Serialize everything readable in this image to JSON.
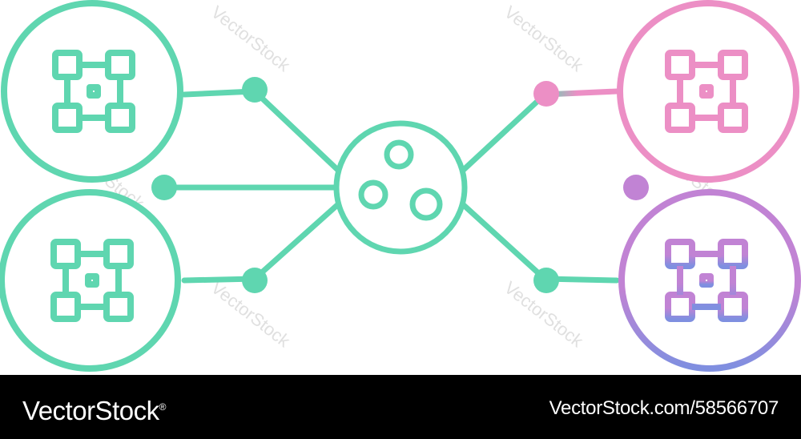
{
  "footer": {
    "brand": "VectorStock",
    "registered_mark": "®",
    "image_id": "VectorStock.com/58566707"
  },
  "watermark": {
    "text": "VectorStock",
    "registered_mark": "®"
  },
  "colors": {
    "teal": "#5fd6b0",
    "pink": "#ec8fc5",
    "purple": "#c183d4",
    "blue": "#7f8fe0",
    "footer_bg": "#000000",
    "footer_text": "#ffffff",
    "watermark": "#e0e0e0"
  },
  "icons": {
    "center": "hub-circle-icon",
    "nodes": [
      "grid-node-icon",
      "grid-node-icon",
      "grid-node-icon",
      "grid-node-icon"
    ]
  }
}
